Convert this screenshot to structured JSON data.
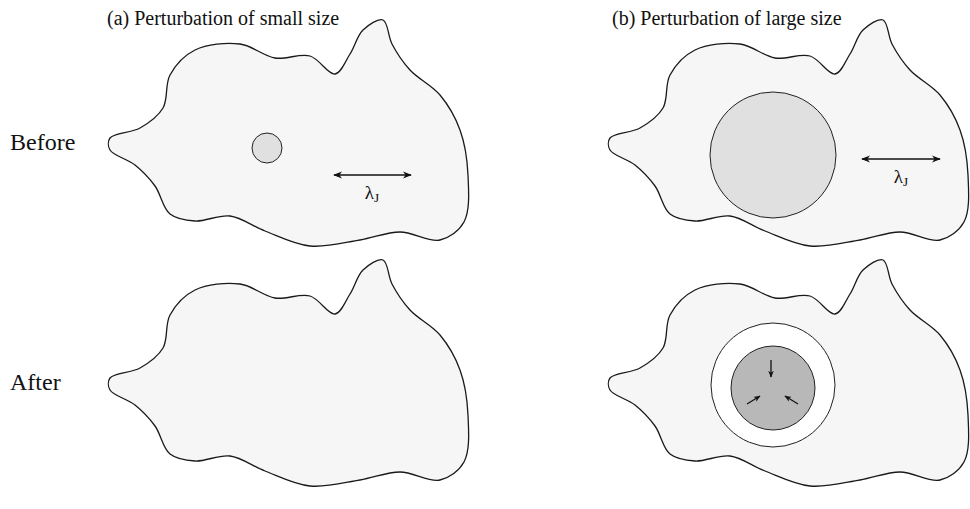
{
  "diagram": {
    "labels": [
      "(a) Perturbation of small size",
      "(b) Perturbation of large size",
      "Before",
      "After",
      "λJ",
      "λJ"
    ]
  }
}
